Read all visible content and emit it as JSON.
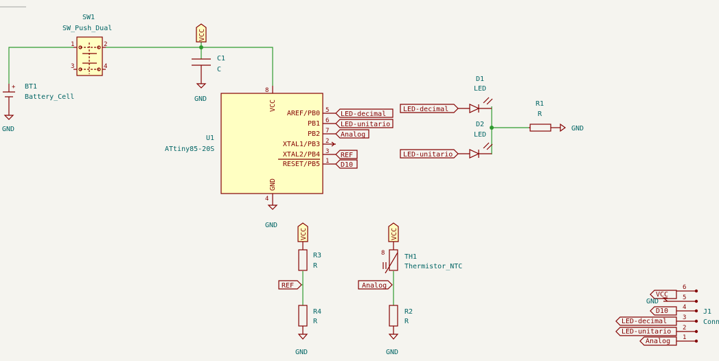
{
  "components": {
    "sw1": {
      "ref": "SW1",
      "value": "SW_Push_Dual",
      "pins": [
        "1",
        "2",
        "3",
        "4"
      ]
    },
    "bt1": {
      "ref": "BT1",
      "value": "Battery_Cell",
      "plus": "+"
    },
    "c1": {
      "ref": "C1",
      "value": "C"
    },
    "u1": {
      "ref": "U1",
      "value": "ATtiny85-20S",
      "pin_vcc": "VCC",
      "pin_gnd": "GND",
      "pin_vcc_num": "8",
      "pin_gnd_num": "4",
      "pins_right": [
        {
          "num": "5",
          "name": "AREF/PB0"
        },
        {
          "num": "6",
          "name": "PB1"
        },
        {
          "num": "7",
          "name": "PB2"
        },
        {
          "num": "2",
          "name": "XTAL1/PB3"
        },
        {
          "num": "3",
          "name": "XTAL2/PB4"
        },
        {
          "num": "1",
          "name": "RESET/PB5"
        }
      ]
    },
    "d1": {
      "ref": "D1",
      "value": "LED"
    },
    "d2": {
      "ref": "D2",
      "value": "LED"
    },
    "r1": {
      "ref": "R1",
      "value": "R"
    },
    "r2": {
      "ref": "R2",
      "value": "R"
    },
    "r3": {
      "ref": "R3",
      "value": "R"
    },
    "r4": {
      "ref": "R4",
      "value": "R"
    },
    "th1": {
      "ref": "TH1",
      "value": "Thermistor_NTC",
      "pin_top": "8"
    },
    "j1": {
      "ref": "J1",
      "value": "Conn"
    }
  },
  "u1_labels": [
    "LED-decimal",
    "LED-unitario",
    "Analog",
    "REF",
    "D10"
  ],
  "led_labels": [
    "LED-decimal",
    "LED-unitario"
  ],
  "divider_labels": {
    "ref": "REF",
    "analog": "Analog"
  },
  "power": {
    "vcc": "VCC",
    "gnd": "GND"
  },
  "connector": [
    {
      "label": "VCC",
      "pin": "6"
    },
    {
      "label": "GND",
      "pin": "5"
    },
    {
      "label": "D10",
      "pin": "4"
    },
    {
      "label": "LED-decimal",
      "pin": "3"
    },
    {
      "label": "LED-unitario",
      "pin": "2"
    },
    {
      "label": "Analog",
      "pin": "1"
    }
  ],
  "colors": {
    "background": "#f5f4ef",
    "symbol": "#840000",
    "symbol_fill": "#ffffc2",
    "wire": "#2f9b2f",
    "text": "#006464"
  }
}
